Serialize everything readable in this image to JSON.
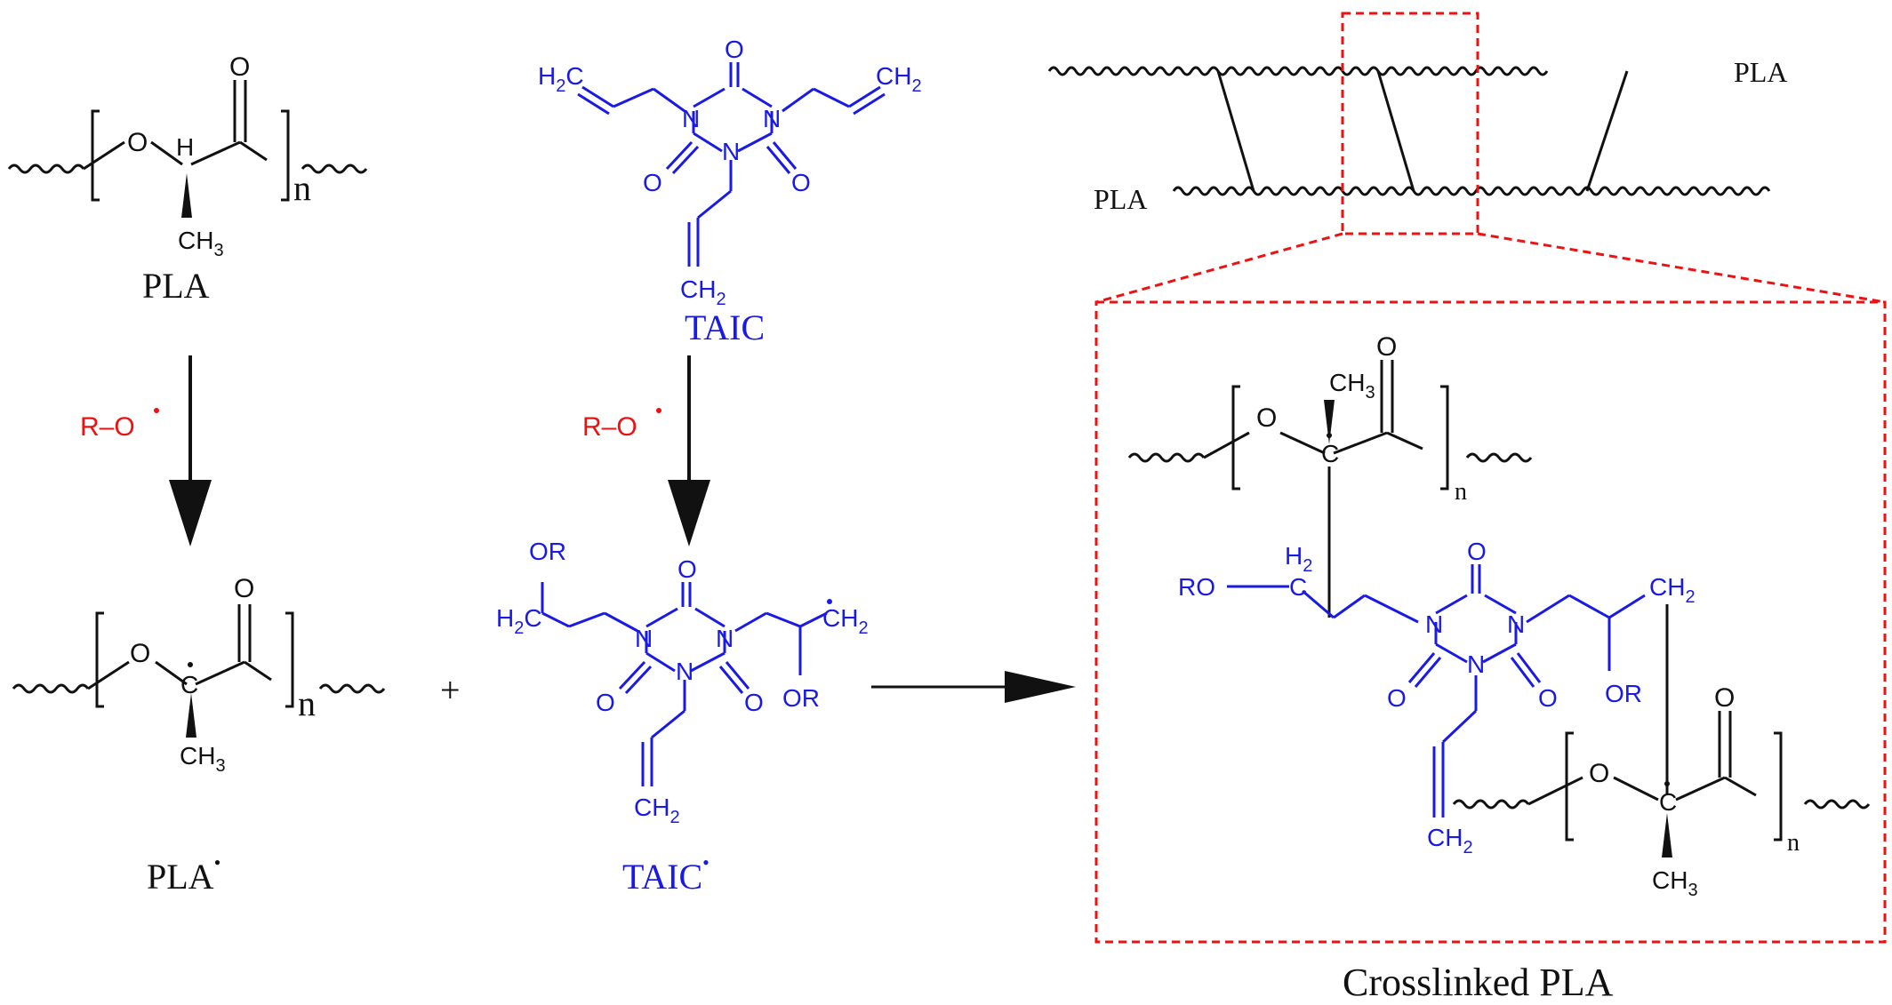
{
  "colors": {
    "ink": "#111111",
    "taic": "#1a1ae6",
    "radical": "#ee1111",
    "zoom_box": "#ee1111"
  },
  "pla": {
    "name": "PLA",
    "atom_o": "O",
    "atom_h": "H",
    "carbonyl_o": "O",
    "methyl": "CH",
    "methyl_sub": "3",
    "repeat": "n"
  },
  "taic": {
    "name": "TAIC",
    "ch2": "H",
    "ch2_sub": "2",
    "ch2_c": "C",
    "ch2_tail": "CH",
    "n": "N",
    "o": "O"
  },
  "initiator": {
    "r": "R",
    "dash": "–",
    "o": "O"
  },
  "pla_radical": {
    "name": "PLA",
    "dot": "•"
  },
  "taic_radical": {
    "name": "TAIC",
    "dot": "•",
    "or": "OR",
    "h2c": "H",
    "ch2": "CH"
  },
  "plus": "+",
  "schematic": {
    "upper_chain": "PLA",
    "lower_chain": "PLA"
  },
  "crosslinked": {
    "title": "Crosslinked PLA",
    "ro": "RO",
    "or": "OR",
    "h2": "H",
    "ch2": "CH",
    "ch3": "CH",
    "c": "C",
    "n": "n"
  }
}
